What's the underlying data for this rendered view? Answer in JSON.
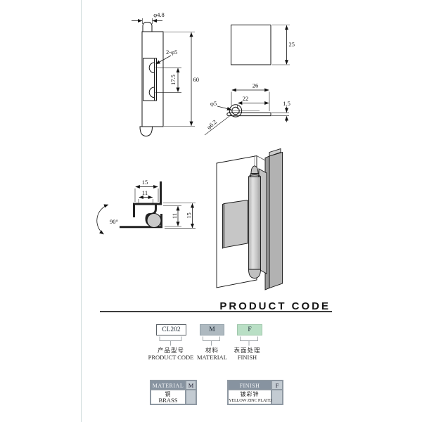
{
  "side_view": {
    "pin_dia": "φ4.8",
    "holes": "2-φ5",
    "hole_pitch": "17.5",
    "height": "60"
  },
  "square_view": {
    "size": "25"
  },
  "section_view": {
    "width": "26",
    "inner_width": "22",
    "thickness": "1.5",
    "pin_dia": "φ5",
    "curl_dia": "φ6.2"
  },
  "fold_view": {
    "outer_w": "15",
    "inner_w": "11",
    "inner_h": "11",
    "outer_h": "15",
    "angle": "90°"
  },
  "product_code": {
    "heading": "PRODUCT CODE",
    "code": {
      "value": "CL202",
      "label_cn": "产品型号",
      "label_en": "PRODUCT CODE"
    },
    "material": {
      "value": "M",
      "label_cn": "材料",
      "label_en": "MATERIAL"
    },
    "finish": {
      "value": "F",
      "label_cn": "表面处理",
      "label_en": "FINISH"
    }
  },
  "material_table": {
    "header": "MATERIAL",
    "key": "M",
    "value_cn": "铜",
    "value_en": "BRASS"
  },
  "finish_table": {
    "header": "FINISH",
    "key": "F",
    "value_cn": "镀彩锌",
    "value_en": "YELLOW ZINC PLATED"
  },
  "colors": {
    "material_box": "#aeb9c0",
    "finish_box": "#b9dfc5",
    "table_header": "#8793a0",
    "table_cell": "#c3cbd2",
    "drawing_fill": "#d4d4d4"
  }
}
